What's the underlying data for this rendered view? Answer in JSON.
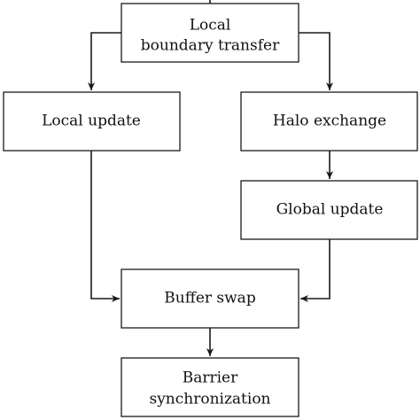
{
  "nodes": {
    "local_boundary_transfer": {
      "line1": "Local",
      "line2": "boundary transfer"
    },
    "local_update": {
      "label": "Local update"
    },
    "halo_exchange": {
      "label": "Halo exchange"
    },
    "global_update": {
      "label": "Global update"
    },
    "buffer_swap": {
      "label": "Buffer swap"
    },
    "barrier_synchronization": {
      "line1": "Barrier",
      "line2": "synchronization"
    }
  },
  "edges": [
    {
      "from": "local_boundary_transfer",
      "to": "local_update"
    },
    {
      "from": "local_boundary_transfer",
      "to": "halo_exchange"
    },
    {
      "from": "halo_exchange",
      "to": "global_update"
    },
    {
      "from": "local_update",
      "to": "buffer_swap"
    },
    {
      "from": "global_update",
      "to": "buffer_swap"
    },
    {
      "from": "buffer_swap",
      "to": "barrier_synchronization"
    }
  ]
}
